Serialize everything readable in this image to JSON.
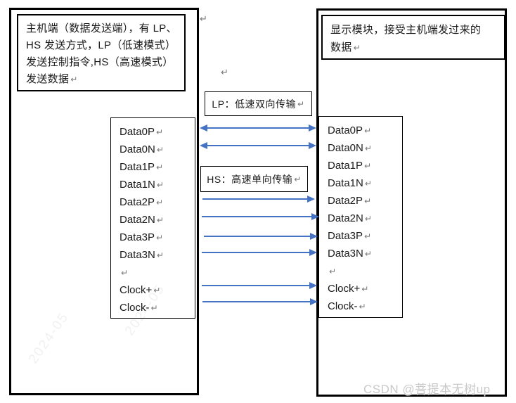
{
  "diagram": {
    "host_box": {
      "lines": [
        "主机端（数据发送端），有 LP、",
        "HS 发送方式，LP（低速模式）",
        "发送控制指令,HS（高速模式）",
        "发送数据"
      ]
    },
    "display_box": {
      "lines": [
        "显示模块，接受主机端发过来的",
        "数据"
      ]
    },
    "lp_label": "LP：低速双向传输",
    "hs_label": "HS：高速单向传输",
    "signals": [
      "Data0P",
      "Data0N",
      "Data1P",
      "Data1N",
      "Data2P",
      "Data2N",
      "Data3P",
      "Data3N",
      "",
      "Clock+",
      "Clock-"
    ],
    "return_mark": "↵"
  },
  "watermark": {
    "text": "CSDN @菩提本无树up",
    "color": "#c9c9c9"
  },
  "faint_watermark": "2024-05",
  "colors": {
    "arrow": "#4472c4",
    "border": "#000000"
  }
}
